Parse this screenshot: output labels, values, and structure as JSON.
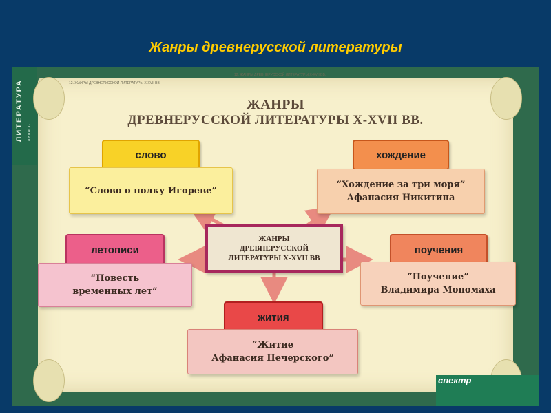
{
  "slide": {
    "title": "Жанры древнерусской литературы"
  },
  "poster": {
    "side_title": "ЛИТЕРАТУРА",
    "side_grade": "8 КЛАСС",
    "caption_left": "12. ЖАНРЫ ДРЕВНЕРУССКОЙ ЛИТЕРАТУРЫ X-XVII ВВ.",
    "caption_right": "12. ЖАНРЫ ДРЕВНЕРУССКОЙ ЛИТЕРАТУРЫ X-XVII ВВ.",
    "header_line1": "ЖАНРЫ",
    "header_line2": "ДРЕВНЕРУССКОЙ ЛИТЕРАТУРЫ X-XVII ВВ.",
    "center_text": "ЖАНРЫ\nДРЕВНЕРУССКОЙ\nЛИТЕРАТУРЫ X-XVII ВВ",
    "genres": {
      "slovo": {
        "label": "слово",
        "example": "“Слово о полку Игореве”"
      },
      "hozhd": {
        "label": "хождение",
        "example": "“Хождение за три моря”\nАфанасия Никитина"
      },
      "letopis": {
        "label": "летописи",
        "example": "“Повесть\nвременных лет”"
      },
      "pouch": {
        "label": "поучения",
        "example": "“Поучение”\nВладимира Мономаха"
      },
      "zhitiya": {
        "label": "жития",
        "example": "“Житие\nАфанасия Печерского”"
      }
    },
    "publisher": "спектр",
    "colors": {
      "slide_bg": "#083a68",
      "title": "#ffcc00",
      "parchment": "#f7f0cc",
      "frame": "#2f6a4c"
    }
  }
}
